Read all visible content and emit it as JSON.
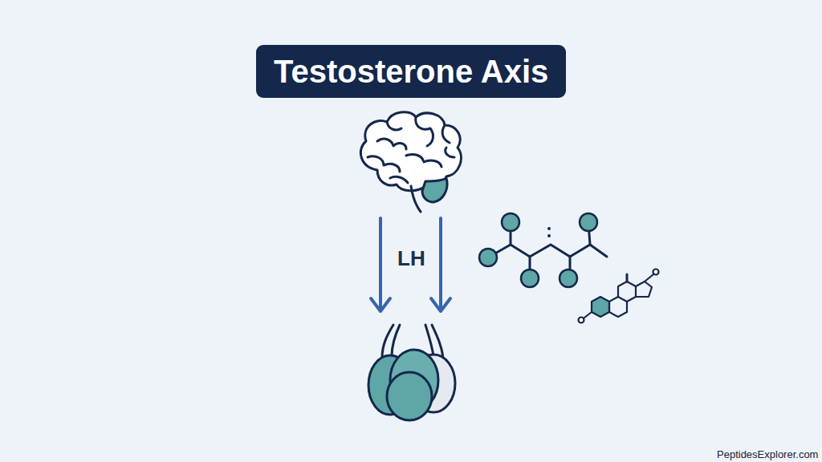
{
  "diagram": {
    "title": "Testosterone Axis",
    "labels": [
      "LH",
      "PeptidesExplorer.com"
    ]
  }
}
